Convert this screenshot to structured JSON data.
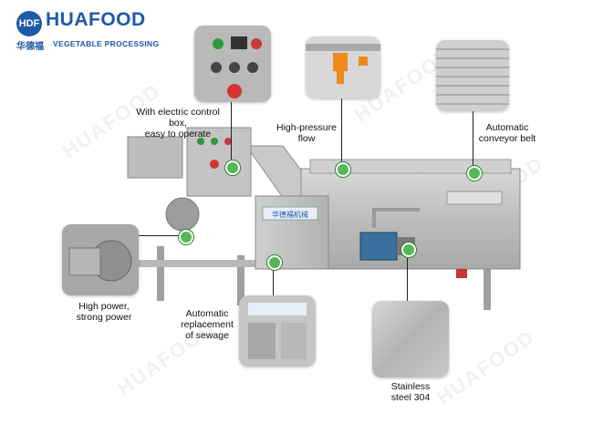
{
  "brand": {
    "badge": "HDF",
    "name": "HUAFOOD",
    "chinese": "华德福",
    "tagline": "VEGETABLE PROCESSING"
  },
  "watermark": "HUAFOOD",
  "callouts": {
    "control_box": "With electric control box,\neasy to operate",
    "high_pressure": "High-pressure\nflow",
    "conveyor": "Automatic\nconveyor  belt",
    "high_power": "High power,\nstrong power",
    "sewage": "Automatic\nreplacement\nof sewage",
    "stainless": "Stainless\nsteel 304"
  },
  "machine_label": "华德福机械"
}
